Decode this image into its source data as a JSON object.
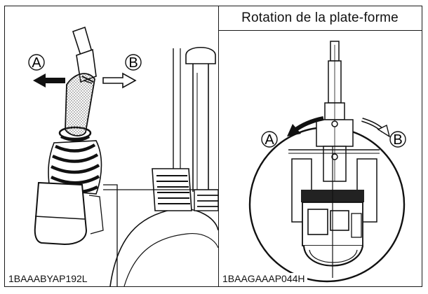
{
  "figures": [
    {
      "code": "1BAAABYAP192L",
      "labels": {
        "left_arrow": "A",
        "right_arrow": "B"
      }
    },
    {
      "title": "Rotation de la plate-forme",
      "code": "1BAAGAAAP044H",
      "labels": {
        "left_arrow": "A",
        "right_arrow": "B"
      }
    }
  ]
}
